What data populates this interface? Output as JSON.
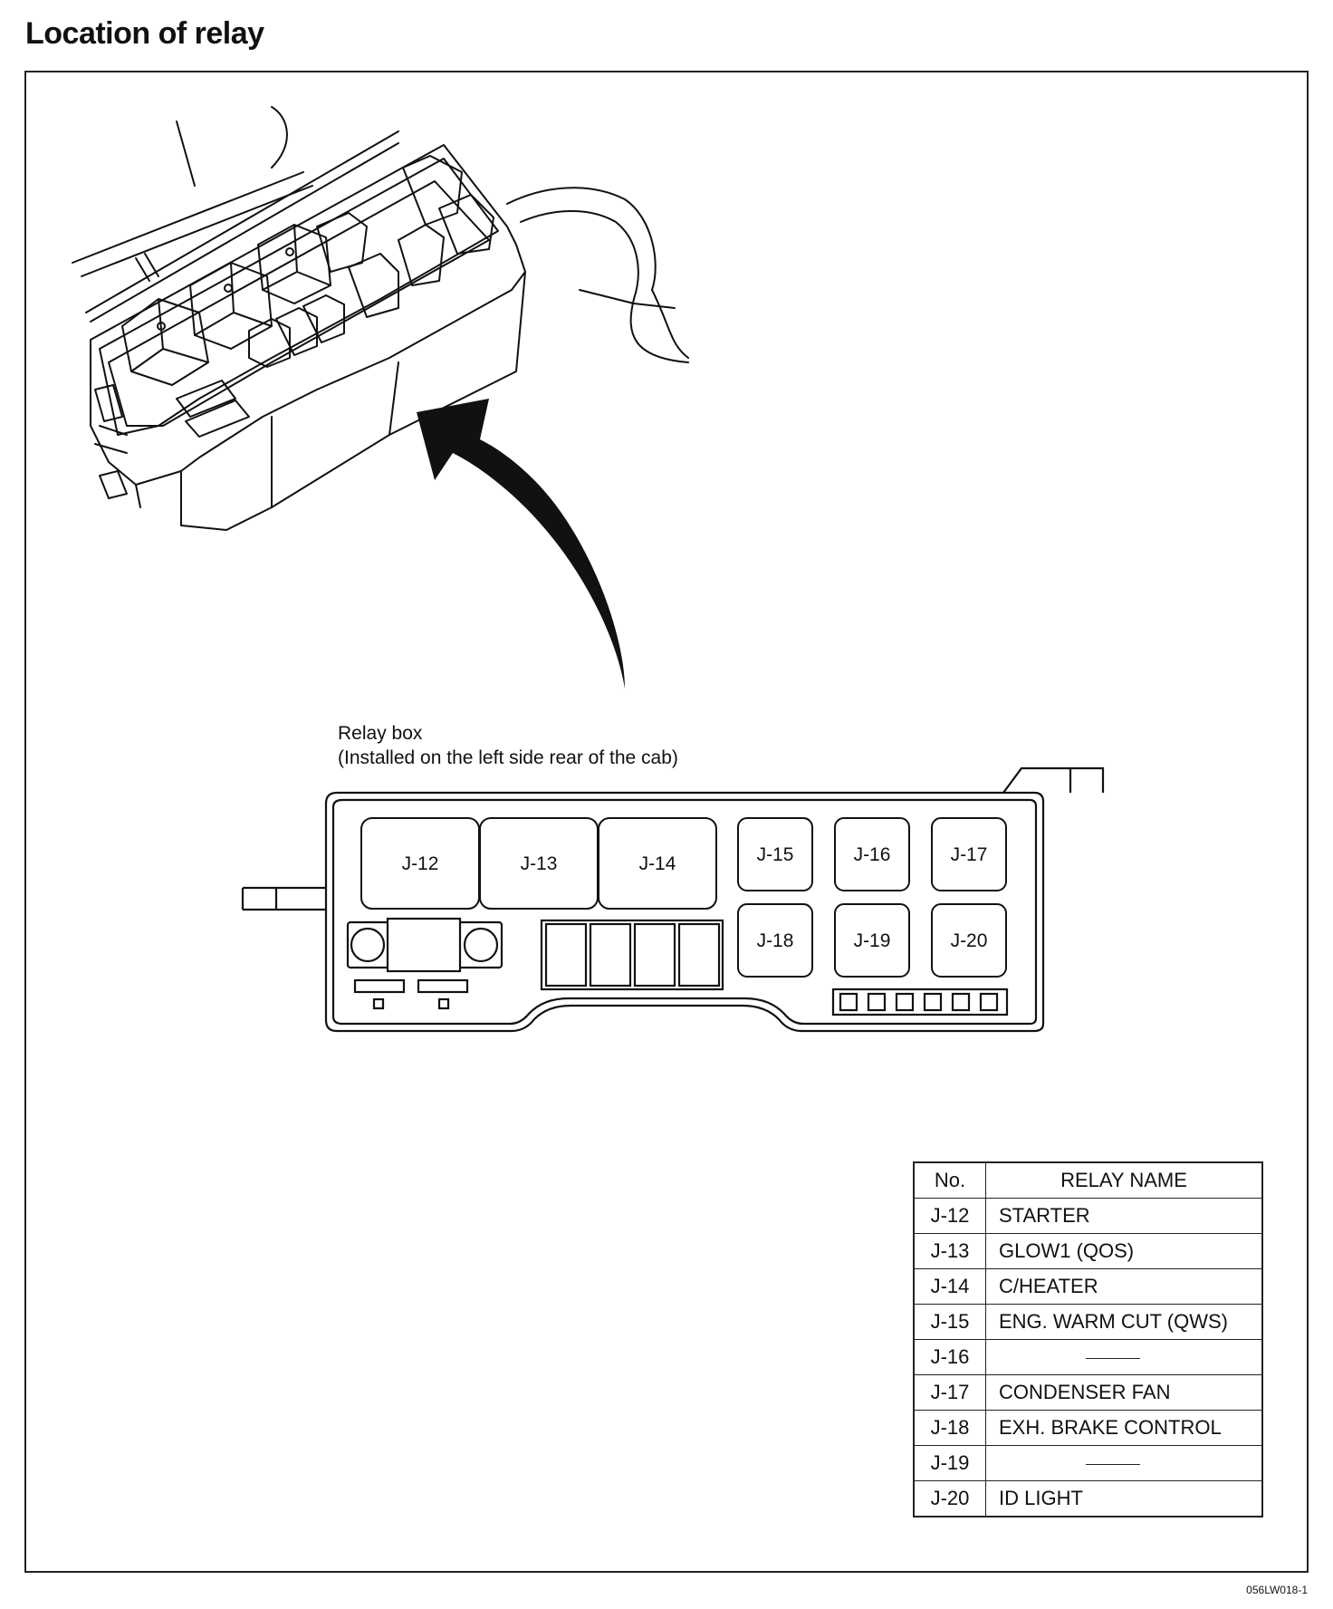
{
  "title": "Location of relay",
  "caption": {
    "line1": "Relay box",
    "line2": "(Installed on the left side rear of the cab)"
  },
  "relay_box": {
    "large_slots": [
      "J-12",
      "J-13",
      "J-14"
    ],
    "small_slots_top": [
      "J-15",
      "J-16",
      "J-17"
    ],
    "small_slots_bottom": [
      "J-18",
      "J-19",
      "J-20"
    ]
  },
  "table": {
    "headers": [
      "No.",
      "RELAY NAME"
    ],
    "rows": [
      {
        "no": "J-12",
        "name": "STARTER"
      },
      {
        "no": "J-13",
        "name": "GLOW1 (QOS)"
      },
      {
        "no": "J-14",
        "name": "C/HEATER"
      },
      {
        "no": "J-15",
        "name": "ENG. WARM CUT (QWS)"
      },
      {
        "no": "J-16",
        "name": ""
      },
      {
        "no": "J-17",
        "name": "CONDENSER FAN"
      },
      {
        "no": "J-18",
        "name": "EXH. BRAKE CONTROL"
      },
      {
        "no": "J-19",
        "name": ""
      },
      {
        "no": "J-20",
        "name": "ID LIGHT"
      }
    ]
  },
  "reference_code": "056LW018-1"
}
